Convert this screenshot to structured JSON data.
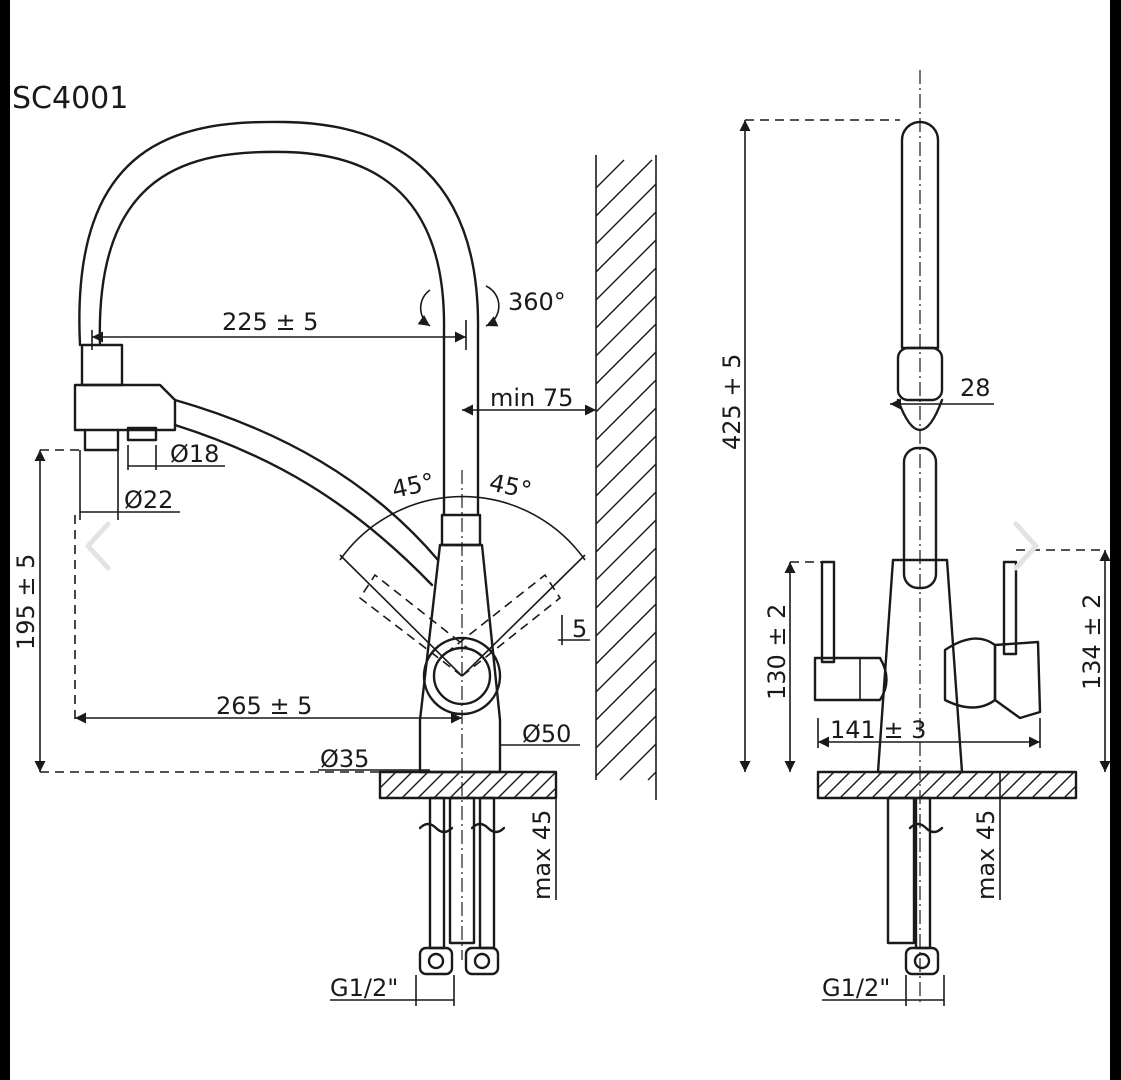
{
  "title": "SC4001",
  "labels": {
    "spout_reach": "225 ± 5",
    "rotation": "360°",
    "min_wall": "min 75",
    "dia_18": "Ø18",
    "dia_22": "Ø22",
    "angle_left": "45°",
    "angle_right": "45°",
    "spout_height": "195 ± 5",
    "handle_offset": "5",
    "base_reach": "265 ± 5",
    "dia_50": "Ø50",
    "dia_35": "Ø35",
    "max_thickness_front": "max 45",
    "thread_front": "G1/2\"",
    "total_height": "425 + 5",
    "dia_28": "28",
    "handle_height_left": "130 ± 2",
    "handle_height_right": "134 ± 2",
    "handle_span": "141 ± 3",
    "max_thickness_side": "max 45",
    "thread_side": "G1/2\""
  },
  "nav": {
    "prev_icon": "chevron-left-icon",
    "next_icon": "chevron-right-icon"
  },
  "colors": {
    "background": "#000000",
    "sheet": "#ffffff",
    "ink": "#1a1a1a",
    "nav_arrow": "#e3e3e3"
  }
}
